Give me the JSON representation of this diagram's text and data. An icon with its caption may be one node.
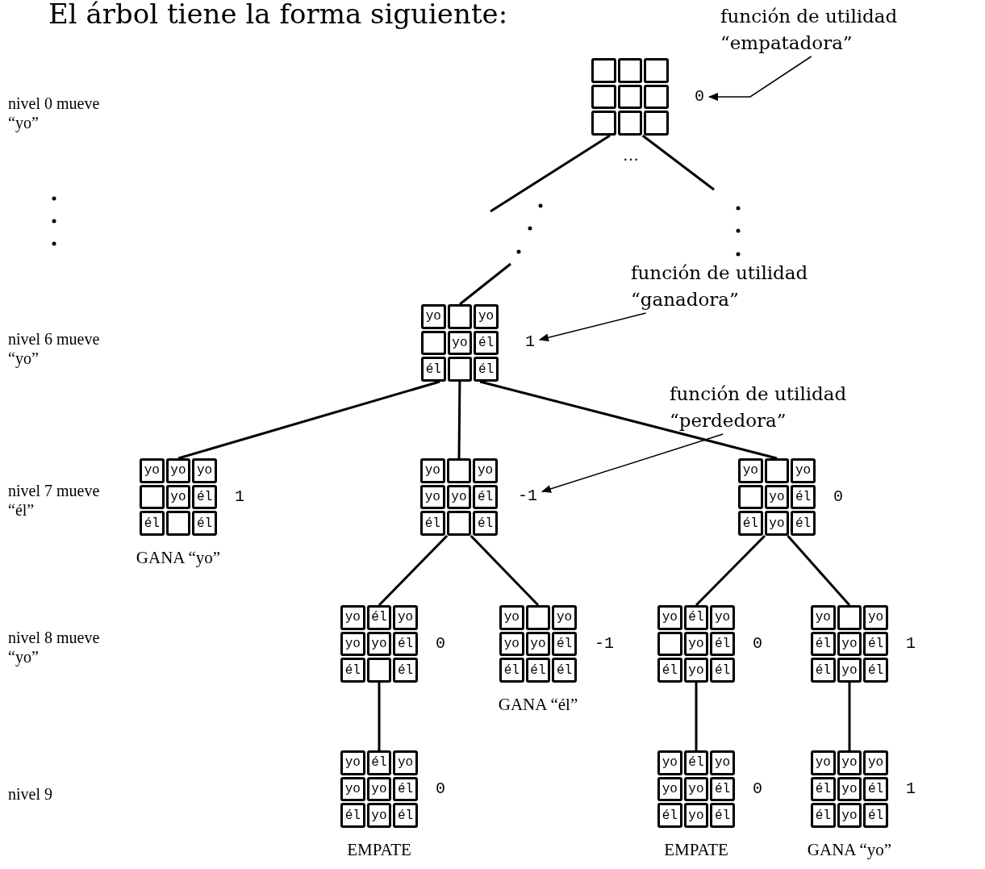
{
  "diagram": {
    "title": "El árbol tiene la forma siguiente:",
    "nodes": [
      {
        "text": [
          "función de utilidad “empatadora”"
        ]
      },
      {
        "text": [],
        "shape": "box"
      },
      {
        "text": [],
        "shape": "box",
        "in": 1
      },
      {
        "text": [],
        "shape": "box",
        "in": 1
      },
      {
        "text": [],
        "shape": "box",
        "in": 1
      },
      {
        "text": [],
        "shape": "box",
        "in": 1
      },
      {
        "text": [],
        "shape": "box",
        "in": 1
      },
      {
        "text": [],
        "shape": "box",
        "in": 1
      },
      {
        "text": [],
        "shape": "box",
        "in": 1
      },
      {
        "text": [],
        "shape": "box",
        "in": 1
      },
      {
        "text": [],
        "shape": "box",
        "in": 1
      },
      {
        "text": [
          "0"
        ]
      },
      {
        "text": [
          "función de utilidad “ganadora”"
        ]
      },
      {
        "text": [],
        "shape": "box"
      },
      {
        "text": [
          "yo"
        ],
        "in": 13
      },
      {
        "text": [],
        "shape": "box",
        "in": 13
      },
      {
        "text": [
          "yo"
        ],
        "in": 13
      },
      {
        "text": [],
        "shape": "box",
        "in": 13
      },
      {
        "text": [
          "yo"
        ],
        "in": 13
      },
      {
        "text": [
          "él"
        ],
        "in": 13
      },
      {
        "text": [
          "él"
        ],
        "in": 13
      },
      {
        "text": [],
        "shape": "box",
        "in": 13
      },
      {
        "text": [
          "él"
        ],
        "in": 13
      },
      {
        "text": [
          "1"
        ]
      },
      {
        "text": [
          "función de utilidad “perdedora”"
        ]
      },
      {
        "text": [],
        "shape": "box",
        "beside": [
          "1",
          "GANA “yo”"
        ]
      },
      {
        "text": [
          "yo"
        ],
        "in": 25
      },
      {
        "text": [
          "yo"
        ],
        "in": 25
      },
      {
        "text": [
          "yo"
        ],
        "in": 25
      },
      {
        "text": [],
        "shape": "box",
        "in": 25
      },
      {
        "text": [
          "yo"
        ],
        "in": 25
      },
      {
        "text": [
          "él"
        ],
        "in": 25
      },
      {
        "text": [
          "él"
        ],
        "in": 25
      },
      {
        "text": [],
        "shape": "box",
        "in": 25
      },
      {
        "text": [
          "él"
        ],
        "in": 25
      },
      {
        "text": [],
        "shape": "box"
      },
      {
        "text": [
          "yo"
        ],
        "in": 35
      },
      {
        "text": [],
        "shape": "box",
        "in": 35
      },
      {
        "text": [
          "yo"
        ],
        "in": 35
      },
      {
        "text": [
          "yo"
        ],
        "in": 35
      },
      {
        "text": [
          "yo"
        ],
        "in": 35
      },
      {
        "text": [
          "él"
        ],
        "in": 35
      },
      {
        "text": [
          "él"
        ],
        "in": 35
      },
      {
        "text": [],
        "shape": "box",
        "in": 35
      },
      {
        "text": [
          "él"
        ],
        "in": 35
      },
      {
        "text": [
          "-1"
        ]
      },
      {
        "text": [],
        "shape": "box",
        "beside": [
          "0"
        ]
      },
      {
        "text": [
          "yo"
        ],
        "in": 46
      },
      {
        "text": [],
        "shape": "box",
        "in": 46
      },
      {
        "text": [
          "yo"
        ],
        "in": 46
      },
      {
        "text": [],
        "shape": "box",
        "in": 46
      },
      {
        "text": [
          "yo"
        ],
        "in": 46
      },
      {
        "text": [
          "él"
        ],
        "in": 46
      },
      {
        "text": [
          "él"
        ],
        "in": 46
      },
      {
        "text": [
          "yo"
        ],
        "in": 46
      },
      {
        "text": [
          "él"
        ],
        "in": 46
      },
      {
        "text": [],
        "shape": "box",
        "beside": [
          "0"
        ]
      },
      {
        "text": [
          "yo"
        ],
        "in": 56
      },
      {
        "text": [
          "él"
        ],
        "in": 56
      },
      {
        "text": [
          "yo"
        ],
        "in": 56
      },
      {
        "text": [
          "yo"
        ],
        "in": 56
      },
      {
        "text": [
          "yo"
        ],
        "in": 56
      },
      {
        "text": [
          "él"
        ],
        "in": 56
      },
      {
        "text": [
          "él"
        ],
        "in": 56
      },
      {
        "text": [],
        "shape": "box",
        "in": 56
      },
      {
        "text": [
          "él"
        ],
        "in": 56
      },
      {
        "text": [],
        "shape": "box",
        "beside": [
          "-1",
          "GANA “él”"
        ]
      },
      {
        "text": [
          "yo"
        ],
        "in": 66
      },
      {
        "text": [],
        "shape": "box",
        "in": 66
      },
      {
        "text": [
          "yo"
        ],
        "in": 66
      },
      {
        "text": [
          "yo"
        ],
        "in": 66
      },
      {
        "text": [
          "yo"
        ],
        "in": 66
      },
      {
        "text": [
          "él"
        ],
        "in": 66
      },
      {
        "text": [
          "él"
        ],
        "in": 66
      },
      {
        "text": [
          "él"
        ],
        "in": 66
      },
      {
        "text": [
          "él"
        ],
        "in": 66
      },
      {
        "text": [],
        "shape": "box",
        "beside": [
          "0"
        ]
      },
      {
        "text": [
          "yo"
        ],
        "in": 76
      },
      {
        "text": [
          "él"
        ],
        "in": 76
      },
      {
        "text": [
          "yo"
        ],
        "in": 76
      },
      {
        "text": [],
        "shape": "box",
        "in": 76
      },
      {
        "text": [
          "yo"
        ],
        "in": 76
      },
      {
        "text": [
          "él"
        ],
        "in": 76
      },
      {
        "text": [
          "él"
        ],
        "in": 76
      },
      {
        "text": [
          "yo"
        ],
        "in": 76
      },
      {
        "text": [
          "él"
        ],
        "in": 76
      },
      {
        "text": [],
        "shape": "box",
        "beside": [
          "1"
        ]
      },
      {
        "text": [
          "yo"
        ],
        "in": 86
      },
      {
        "text": [],
        "shape": "box",
        "in": 86
      },
      {
        "text": [
          "yo"
        ],
        "in": 86
      },
      {
        "text": [
          "él"
        ],
        "in": 86
      },
      {
        "text": [
          "yo"
        ],
        "in": 86
      },
      {
        "text": [
          "él"
        ],
        "in": 86
      },
      {
        "text": [
          "él"
        ],
        "in": 86
      },
      {
        "text": [
          "yo"
        ],
        "in": 86
      },
      {
        "text": [
          "él"
        ],
        "in": 86
      },
      {
        "text": [],
        "shape": "box",
        "beside": [
          "0",
          "EMPATE"
        ]
      },
      {
        "text": [
          "yo"
        ],
        "in": 96
      },
      {
        "text": [
          "él"
        ],
        "in": 96
      },
      {
        "text": [
          "yo"
        ],
        "in": 96
      },
      {
        "text": [
          "yo"
        ],
        "in": 96
      },
      {
        "text": [
          "yo"
        ],
        "in": 96
      },
      {
        "text": [
          "él"
        ],
        "in": 96
      },
      {
        "text": [
          "él"
        ],
        "in": 96
      },
      {
        "text": [
          "yo"
        ],
        "in": 96
      },
      {
        "text": [
          "él"
        ],
        "in": 96
      },
      {
        "text": [],
        "shape": "box",
        "beside": [
          "0",
          "EMPATE"
        ]
      },
      {
        "text": [
          "yo"
        ],
        "in": 106
      },
      {
        "text": [
          "él"
        ],
        "in": 106
      },
      {
        "text": [
          "yo"
        ],
        "in": 106
      },
      {
        "text": [
          "yo"
        ],
        "in": 106
      },
      {
        "text": [
          "yo"
        ],
        "in": 106
      },
      {
        "text": [
          "él"
        ],
        "in": 106
      },
      {
        "text": [
          "él"
        ],
        "in": 106
      },
      {
        "text": [
          "yo"
        ],
        "in": 106
      },
      {
        "text": [
          "él"
        ],
        "in": 106
      },
      {
        "text": [],
        "shape": "box",
        "beside": [
          "1",
          "GANA “yo”"
        ]
      },
      {
        "text": [
          "yo"
        ],
        "in": 116
      },
      {
        "text": [
          "yo"
        ],
        "in": 116
      },
      {
        "text": [
          "yo"
        ],
        "in": 116
      },
      {
        "text": [
          "él"
        ],
        "in": 116
      },
      {
        "text": [
          "yo"
        ],
        "in": 116
      },
      {
        "text": [
          "él"
        ],
        "in": 116
      },
      {
        "text": [
          "él"
        ],
        "in": 116
      },
      {
        "text": [
          "yo"
        ],
        "in": 116
      },
      {
        "text": [
          "él"
        ],
        "in": 116
      }
    ],
    "edges": [
      {
        "from": 1,
        "to": null,
        "arrow": "none"
      },
      {
        "from": 1,
        "to": null,
        "arrow": "none"
      },
      {
        "from": null,
        "to": 13,
        "arrow": "none"
      },
      {
        "from": 13,
        "to": 25,
        "arrow": "none"
      },
      {
        "from": 13,
        "to": 35,
        "arrow": "none"
      },
      {
        "from": 13,
        "to": 46,
        "arrow": "none"
      },
      {
        "from": 35,
        "to": 56,
        "arrow": "none"
      },
      {
        "from": 35,
        "to": 66,
        "arrow": "none"
      },
      {
        "from": 46,
        "to": 76,
        "arrow": "none"
      },
      {
        "from": 46,
        "to": 86,
        "arrow": "none"
      },
      {
        "from": 56,
        "to": 96,
        "arrow": "none"
      },
      {
        "from": 76,
        "to": 106,
        "arrow": "none"
      },
      {
        "from": 86,
        "to": 116,
        "arrow": "none"
      },
      {
        "from": 0,
        "to": 11,
        "arrow": "to"
      },
      {
        "from": 12,
        "to": 23,
        "arrow": "to"
      },
      {
        "from": 24,
        "to": 45,
        "arrow": "to"
      }
    ],
    "labels": [
      "nivel 0 mueve “yo”",
      "…",
      "nivel 6 mueve “yo”",
      "nivel 7 mueve “él”",
      "nivel 8 mueve “yo”",
      "nivel 9"
    ]
  }
}
